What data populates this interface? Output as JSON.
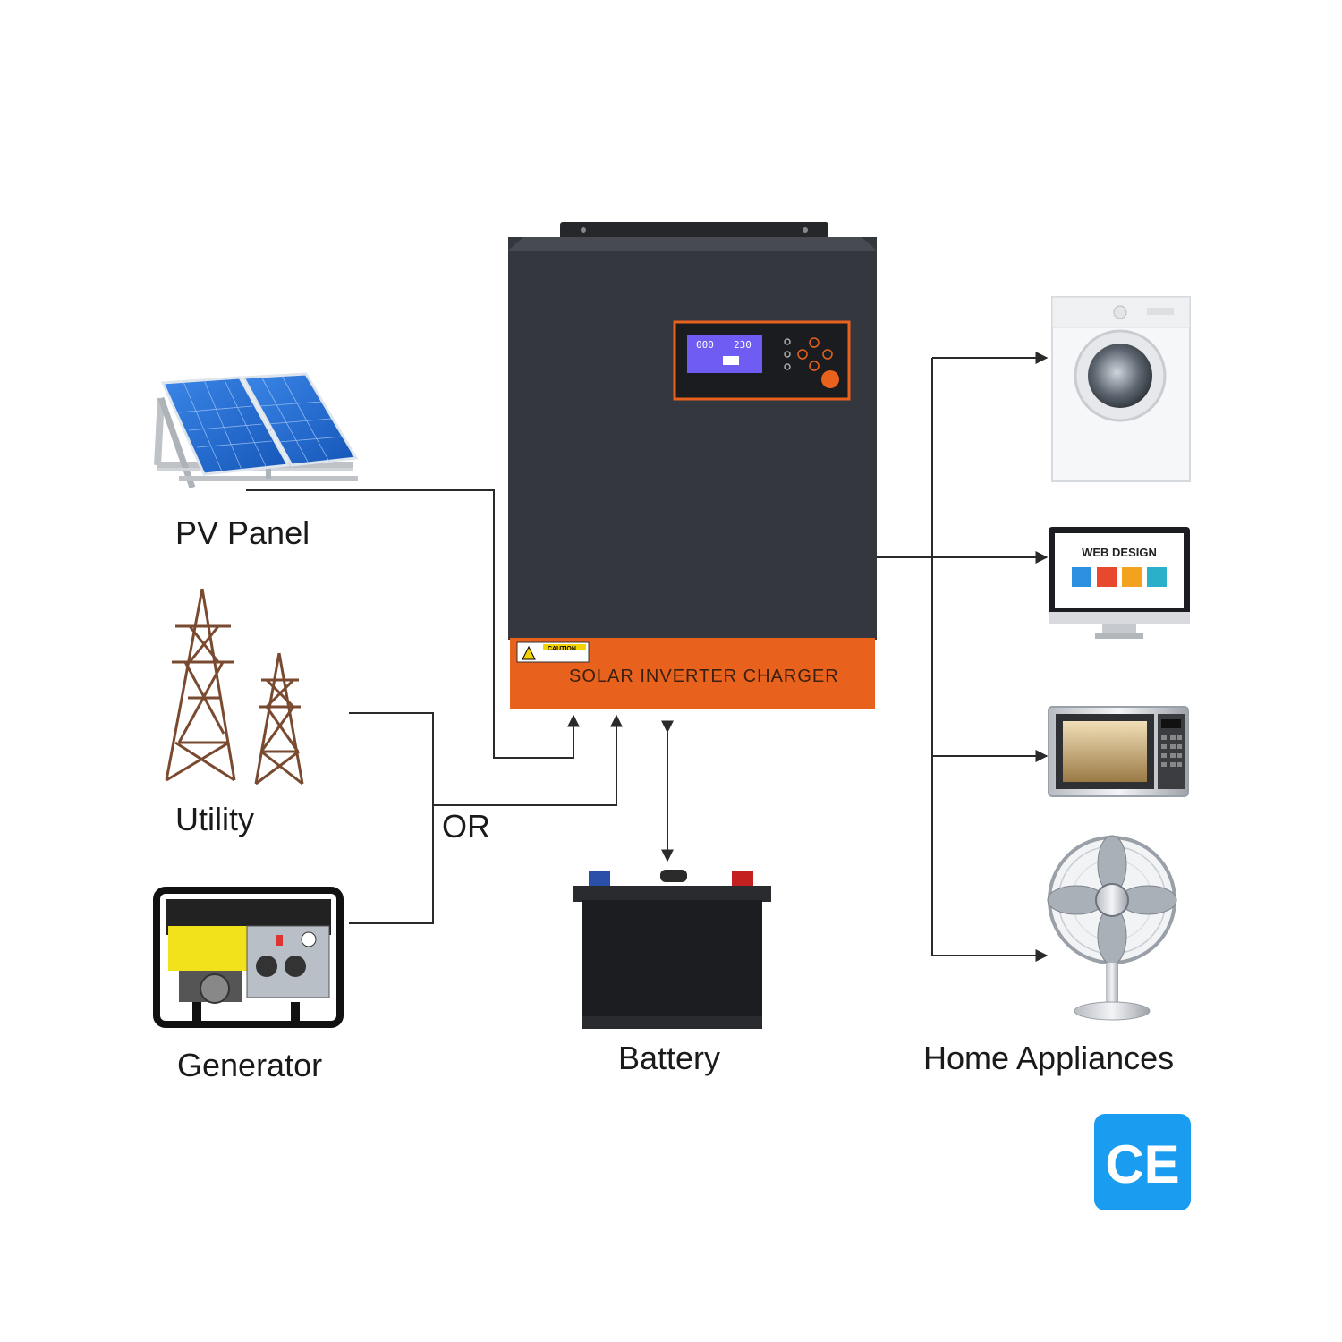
{
  "labels": {
    "pv_panel": "PV Panel",
    "utility": "Utility",
    "generator": "Generator",
    "or": "OR",
    "battery": "Battery",
    "home_appliances": "Home Appliances"
  },
  "inverter": {
    "front_text": "SOLAR INVERTER CHARGER",
    "caution_text": "CAUTION",
    "lcd_left": "000",
    "lcd_right": "230"
  },
  "monitor": {
    "screen_title": "WEB DESIGN"
  },
  "certification": {
    "mark": "CE"
  },
  "colors": {
    "inverter_body": "#34373d",
    "inverter_panel": "#e8621d",
    "lcd": "#6f5cf2",
    "line": "#2a2a2a",
    "solar_cell": "#1f6fd6",
    "generator_yellow": "#f1e21c",
    "ce_badge": "#1a9df0"
  },
  "icons": [
    "solar-panel-icon",
    "power-tower-icon",
    "generator-icon",
    "battery-icon",
    "washing-machine-icon",
    "monitor-icon",
    "microwave-icon",
    "fan-icon"
  ]
}
